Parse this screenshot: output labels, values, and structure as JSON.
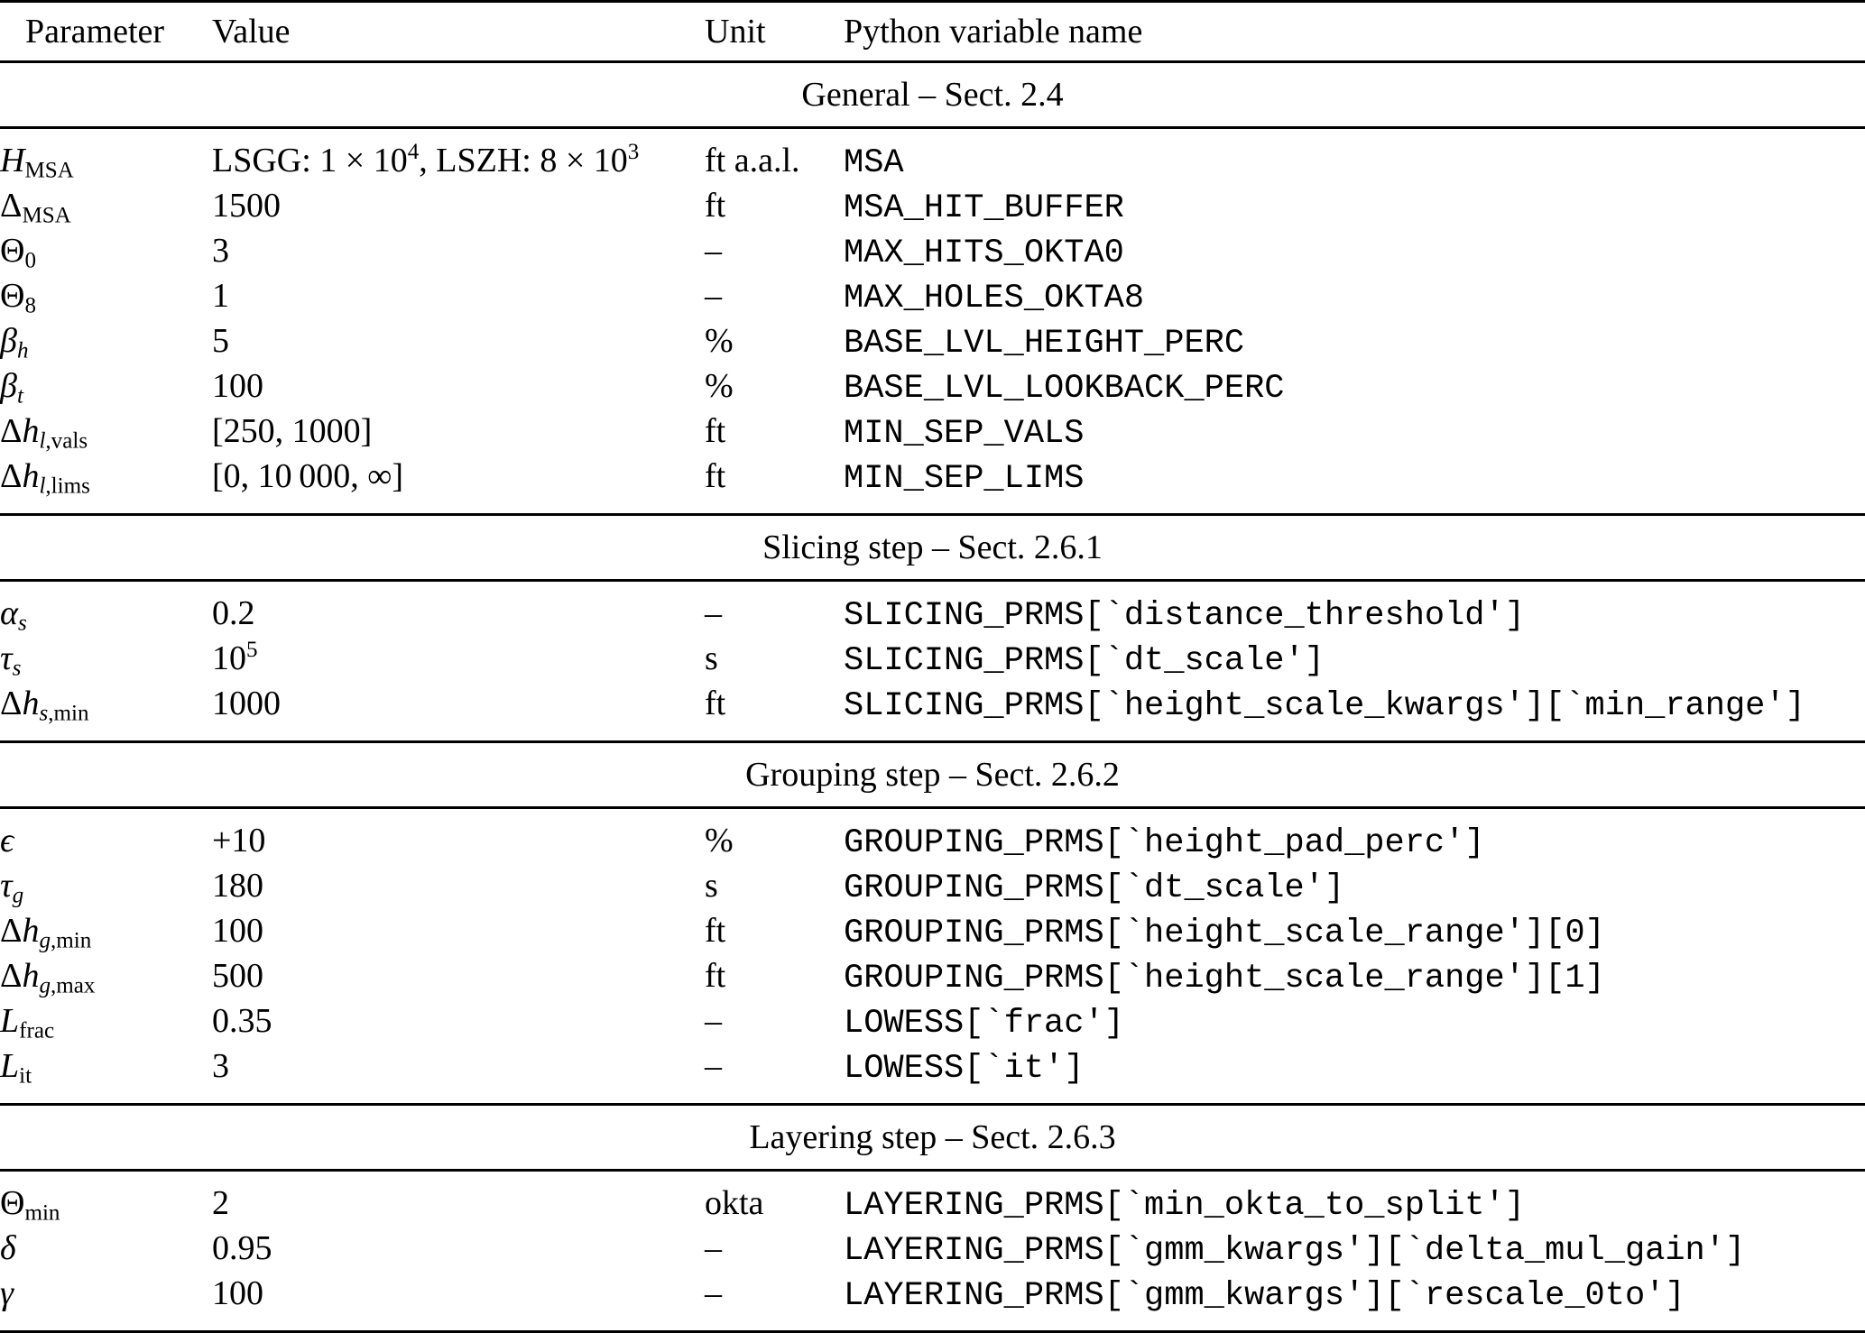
{
  "page": {
    "background_color": "#ffffff",
    "text_color": "#000000",
    "rule_color": "#000000"
  },
  "table": {
    "columns": [
      "Parameter",
      "Value",
      "Unit",
      "Python variable name"
    ],
    "sections": [
      {
        "title": "General – Sect. 2.4",
        "rows": [
          {
            "param_html": "<i>H</i><sub>MSA</sub>",
            "value_html": "LSGG: 1 × 10<sup>4</sup>, LSZH: 8 × 10<sup>3</sup>",
            "unit": "ft a.a.l.",
            "python": "MSA"
          },
          {
            "param_html": "Δ<sub>MSA</sub>",
            "value_html": "1500",
            "unit": "ft",
            "python": "MSA_HIT_BUFFER"
          },
          {
            "param_html": "Θ<sub>0</sub>",
            "value_html": "3",
            "unit": "–",
            "python": "MAX_HITS_OKTA0"
          },
          {
            "param_html": "Θ<sub>8</sub>",
            "value_html": "1",
            "unit": "–",
            "python": "MAX_HOLES_OKTA8"
          },
          {
            "param_html": "<i>β</i><sub><i>h</i></sub>",
            "value_html": "5",
            "unit": "%",
            "python": "BASE_LVL_HEIGHT_PERC"
          },
          {
            "param_html": "<i>β</i><sub><i>t</i></sub>",
            "value_html": "100",
            "unit": "%",
            "python": "BASE_LVL_LOOKBACK_PERC"
          },
          {
            "param_html": "Δ<i>h</i><sub><i>l</i>,vals</sub>",
            "value_html": "[250, 1000]",
            "unit": "ft",
            "python": "MIN_SEP_VALS"
          },
          {
            "param_html": "Δ<i>h</i><sub><i>l</i>,lims</sub>",
            "value_html": "[0, 10 000, ∞]",
            "unit": "ft",
            "python": "MIN_SEP_LIMS"
          }
        ]
      },
      {
        "title": "Slicing step – Sect. 2.6.1",
        "rows": [
          {
            "param_html": "<i>α</i><sub><i>s</i></sub>",
            "value_html": "0.2",
            "unit": "–",
            "python": "SLICING_PRMS[`distance_threshold']"
          },
          {
            "param_html": "<i>τ</i><sub><i>s</i></sub>",
            "value_html": "10<sup>5</sup>",
            "unit": "s",
            "python": "SLICING_PRMS[`dt_scale']"
          },
          {
            "param_html": "Δ<i>h</i><sub><i>s</i>,min</sub>",
            "value_html": "1000",
            "unit": "ft",
            "python": "SLICING_PRMS[`height_scale_kwargs'][`min_range']"
          }
        ]
      },
      {
        "title": "Grouping step – Sect. 2.6.2",
        "rows": [
          {
            "param_html": "<i>ϵ</i>",
            "value_html": "+10",
            "unit": "%",
            "python": "GROUPING_PRMS[`height_pad_perc']"
          },
          {
            "param_html": "<i>τ</i><sub><i>g</i></sub>",
            "value_html": "180",
            "unit": "s",
            "python": "GROUPING_PRMS[`dt_scale']"
          },
          {
            "param_html": "Δ<i>h</i><sub><i>g</i>,min</sub>",
            "value_html": "100",
            "unit": "ft",
            "python": "GROUPING_PRMS[`height_scale_range'][0]"
          },
          {
            "param_html": "Δ<i>h</i><sub><i>g</i>,max</sub>",
            "value_html": "500",
            "unit": "ft",
            "python": "GROUPING_PRMS[`height_scale_range'][1]"
          },
          {
            "param_html": "<i>L</i><sub>frac</sub>",
            "value_html": "0.35",
            "unit": "–",
            "python": "LOWESS[`frac']"
          },
          {
            "param_html": "<i>L</i><sub>it</sub>",
            "value_html": "3",
            "unit": "–",
            "python": "LOWESS[`it']"
          }
        ]
      },
      {
        "title": "Layering step – Sect. 2.6.3",
        "rows": [
          {
            "param_html": "Θ<sub>min</sub>",
            "value_html": "2",
            "unit": "okta",
            "python": "LAYERING_PRMS[`min_okta_to_split']"
          },
          {
            "param_html": "<i>δ</i>",
            "value_html": "0.95",
            "unit": "–",
            "python": "LAYERING_PRMS[`gmm_kwargs'][`delta_mul_gain']"
          },
          {
            "param_html": "<i>γ</i>",
            "value_html": "100",
            "unit": "–",
            "python": "LAYERING_PRMS[`gmm_kwargs'][`rescale_0to']"
          }
        ]
      }
    ]
  }
}
